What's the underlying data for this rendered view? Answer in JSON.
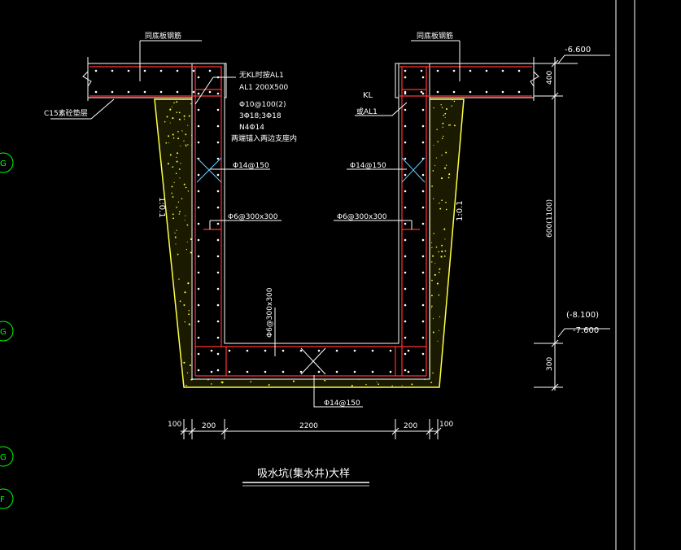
{
  "labels": {
    "top_left_rebar": "同底板钢筋",
    "top_right_rebar": "同底板钢筋",
    "elevation_top": "-6.600",
    "elevation_bottom_paren": "(-8.100)",
    "elevation_bottom": "-7.600",
    "c15": "C15素砼垫层",
    "kl_note_1": "无KL时按AL1",
    "kl_note_2": "AL1 200X500",
    "kl_note_3": "Φ10@100(2)",
    "kl_note_4": "3Φ18;3Φ18",
    "kl_note_5": "N4Φ14",
    "kl_note_6": "两端锚入两边支座内",
    "kl_right_1": "KL",
    "kl_right_2": "或AL1",
    "rebar_left_wall": "Φ14@150",
    "rebar_right_wall": "Φ14@150",
    "tie_left": "Φ6@300x300",
    "tie_right": "Φ6@300x300",
    "tie_bottom": "Φ6@300x300",
    "rebar_bottom": "Φ14@150",
    "slope_left": "1:0.1",
    "slope_right": "1:0.1",
    "dim_400": "400",
    "dim_600": "600(1100)",
    "dim_300": "300",
    "dim_b_100a": "100",
    "dim_b_200a": "200",
    "dim_b_2200": "2200",
    "dim_b_200b": "200",
    "dim_b_100b": "100",
    "title": "吸水坑(集水井)大样",
    "grid_g1": "G",
    "grid_g2": "G",
    "grid_g3": "G",
    "grid_f": "F"
  },
  "colors": {
    "background": "#000000",
    "concrete_outline": "#ffffff",
    "rebar": "#ff3333",
    "gravel": "#ffff44",
    "dimension": "#00ff00",
    "ties": "#66ccff"
  }
}
